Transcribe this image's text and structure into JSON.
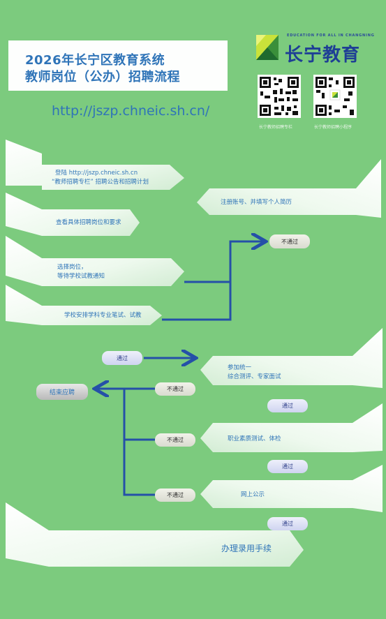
{
  "header": {
    "title_line1": "2026年长宁区教育系统",
    "title_line2": "教师岗位（公办）招聘流程",
    "url": "http://jszp.chneic.sh.cn/"
  },
  "logo": {
    "tagline": "EDUCATION FOR ALL IN CHANGNING",
    "name": "长宁教育",
    "accent": "#1e3f95"
  },
  "qr_codes": [
    {
      "label": "长宁教师招聘专栏"
    },
    {
      "label": "长宁教师招聘小程序"
    }
  ],
  "steps": {
    "login_line1": "登陆  http://jszp.chneic.sh.cn",
    "login_line2": "“教师招聘专栏”  招聘公告和招聘计划",
    "register": "注册账号、并填写个人简历",
    "view_positions": "查看具体招聘岗位和要求",
    "choose_line1": "选择岗位，",
    "choose_line2": "等待学校试教通知",
    "school_exam": "学校安排学科专业笔试、试教",
    "unified_line1": "参加统一",
    "unified_line2": "综合测评、专家面试",
    "quality_test": "职业素质测试、体检",
    "publicity": "网上公示",
    "hiring": "办理录用手续"
  },
  "labels": {
    "fail": "不通过",
    "pass": "通过",
    "end": "结束应聘"
  },
  "colors": {
    "background": "#7ccb7e",
    "arrow": "#2550a8",
    "text_blue": "#2f74b8"
  }
}
